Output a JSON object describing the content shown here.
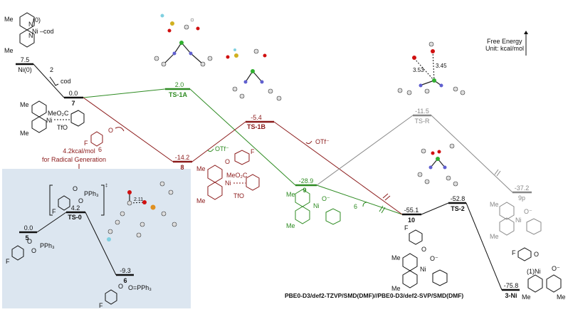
{
  "colors": {
    "black": "#111111",
    "red": "#8b1a1a",
    "green": "#2e8b22",
    "gray": "#888888",
    "inset_bg": "#dce6f0"
  },
  "legend": {
    "line1": "Free Energy",
    "line2": "Unit: kcal/mol"
  },
  "method": "PBE0-D3/def2-TZVP/SMD(DMF)//PBE0-D3/def2-SVP/SMD(DMF)",
  "levels": {
    "ni0": {
      "energy": "7.5",
      "label": "Ni(0)"
    },
    "s7": {
      "energy": "0.0",
      "label": "7"
    },
    "ts1a": {
      "energy": "2.0",
      "label": "TS-1A"
    },
    "ts1b": {
      "energy": "-5.4",
      "label": "TS-1B"
    },
    "s8": {
      "energy": "-14.2",
      "label": "8"
    },
    "s9": {
      "energy": "-28.9",
      "label": "9"
    },
    "s10": {
      "energy": "-55.1",
      "label": "10"
    },
    "ts2": {
      "energy": "-52.8",
      "label": "TS-2"
    },
    "s3ni": {
      "energy": "-75.8",
      "label": "3-Ni"
    },
    "tsr": {
      "energy": "-11.5",
      "label": "TS-R"
    },
    "s9p": {
      "energy": "-37.2",
      "label": "9p"
    }
  },
  "inset": {
    "note_line1": "4.2kcal/mol",
    "note_line2": "for Radical Generation",
    "s5": {
      "energy": "0.0",
      "label": "5"
    },
    "ts0": {
      "energy": "4.2",
      "label": "TS-0"
    },
    "s6": {
      "energy": "-9.3",
      "label": "6"
    },
    "ts_bracket_mark": "‡",
    "distance": "2.11"
  },
  "annotations": {
    "two": "2",
    "cod": "cod",
    "otf1": "OTf⁻",
    "otf2": "OTf⁻",
    "six_red": "6",
    "six_green": "6",
    "dist_353": "3.53",
    "dist_345": "3.45"
  },
  "structure_text": {
    "me": "Me",
    "n": "N",
    "ni": "Ni",
    "ni0": "(0)",
    "ni_cod": "Ni –cod",
    "meo2c": "MeO₂C",
    "tfo": "TfO",
    "f": "F",
    "o": "O",
    "pph3": "PPh₃",
    "opph3": "O=PPh₃",
    "o_minus": "O⁻",
    "ni1": "(1)Ni"
  }
}
